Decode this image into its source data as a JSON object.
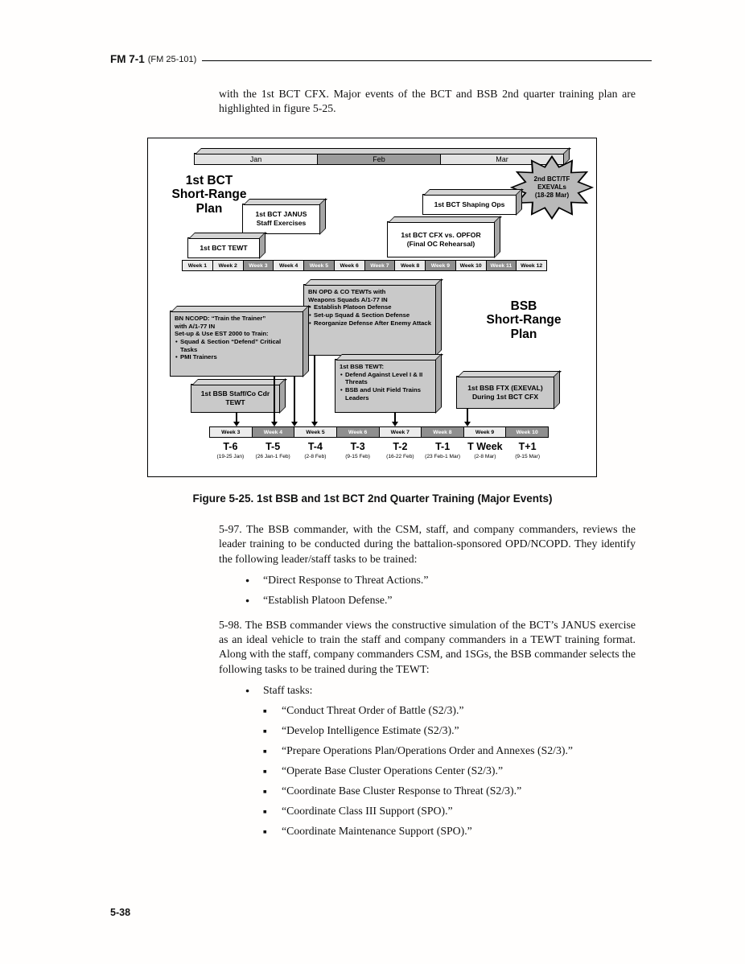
{
  "header": {
    "manual": "FM 7-1",
    "manual_ref": "(FM 25-101)"
  },
  "intro": {
    "text": "with the 1st BCT CFX. Major events of the BCT and BSB 2nd quarter training plan are highlighted in figure 5-25."
  },
  "figure": {
    "caption": "Figure 5-25. 1st BSB and 1st BCT 2nd Quarter Training (Major Events)",
    "months": [
      "Jan",
      "Feb",
      "Mar"
    ],
    "bct_plan_title": "1st BCT\nShort-Range\nPlan",
    "bsb_plan_title": "BSB\nShort-Range\nPlan",
    "star": {
      "lines": [
        "2nd BCT/TF",
        "EXEVALs",
        "(18-28 Mar)"
      ]
    },
    "boxes": {
      "janus": "1st BCT JANUS\nStaff Exercises",
      "bct_tewt": "1st BCT TEWT",
      "shaping": "1st BCT Shaping Ops",
      "cfx": "1st BCT CFX vs. OPFOR\n(Final OC Rehearsal)",
      "bn_opd": {
        "line1": "BN OPD & CO TEWTs with",
        "line2": "Weapons Squads A/1-77 IN",
        "bullets": [
          "Establish Platoon Defense",
          "Set-up Squad & Section Defense",
          "Reorganize Defense After Enemy Attack"
        ]
      },
      "bn_ncopd": {
        "line1": "BN NCOPD: “Train the Trainer”",
        "line2": "with A/1-77 IN",
        "line3": "Set-up & Use EST 2000 to Train:",
        "bullets": [
          "Squad & Section “Defend” Critical Tasks",
          "PMI Trainers"
        ]
      },
      "bsb_staff": "1st BSB Staff/Co Cdr\nTEWT",
      "bsb_tewt": {
        "line1": "1st BSB TEWT:",
        "bullets": [
          "Defend Against Level I & II Threats",
          "BSB and Unit Field Trains Leaders"
        ]
      },
      "bsb_ftx": "1st BSB FTX (EXEVAL)\nDuring 1st BCT CFX"
    },
    "weeks_top": [
      "Week 1",
      "Week 2",
      "Week 3",
      "Week 4",
      "Week 5",
      "Week 6",
      "Week 7",
      "Week 8",
      "Week 9",
      "Week 10",
      "Week 11",
      "Week 12"
    ],
    "weeks_bottom": [
      "Week 3",
      "Week 4",
      "Week 5",
      "Week 6",
      "Week 7",
      "Week 8",
      "Week 9",
      "Week 10"
    ],
    "t_weeks": [
      {
        "label": "T-6",
        "dates": "(19-25 Jan)"
      },
      {
        "label": "T-5",
        "dates": "(26 Jan-1 Feb)"
      },
      {
        "label": "T-4",
        "dates": "(2-8 Feb)"
      },
      {
        "label": "T-3",
        "dates": "(9-15 Feb)"
      },
      {
        "label": "T-2",
        "dates": "(16-22 Feb)"
      },
      {
        "label": "T-1",
        "dates": "(23 Feb-1 Mar)"
      },
      {
        "label": "T Week",
        "dates": "(2-8 Mar)"
      },
      {
        "label": "T+1",
        "dates": "(9-15 Mar)"
      }
    ],
    "colors": {
      "box_fill": "#c9c9c9",
      "week_shaded": "#8f8f8f",
      "week_light": "#ececec",
      "star_fill": "#b9b9b9"
    }
  },
  "para_5_97": {
    "text": "5-97. The BSB commander, with the CSM, staff, and company commanders, reviews the leader training to be conducted during the battalion-sponsored OPD/NCOPD. They identify the following leader/staff tasks to be trained:",
    "bullets": [
      "“Direct Response to Threat Actions.”",
      "“Establish Platoon Defense.”"
    ]
  },
  "para_5_98": {
    "text": "5-98. The BSB commander views the constructive simulation of the BCT’s JANUS exercise as an ideal vehicle to train the staff and company commanders in a TEWT training format. Along with the staff, company commanders CSM, and 1SGs, the BSB commander selects the following tasks to be trained during the TEWT:",
    "bullet": "Staff tasks:",
    "subtasks": [
      "“Conduct Threat Order of Battle (S2/3).”",
      "“Develop Intelligence Estimate (S2/3).”",
      "“Prepare Operations Plan/Operations Order and Annexes (S2/3).”",
      "“Operate Base Cluster Operations Center (S2/3).”",
      "“Coordinate Base Cluster Response to Threat (S2/3).”",
      "“Coordinate Class III Support (SPO).”",
      "“Coordinate Maintenance Support (SPO).”"
    ]
  },
  "footer": {
    "page_number": "5-38"
  }
}
